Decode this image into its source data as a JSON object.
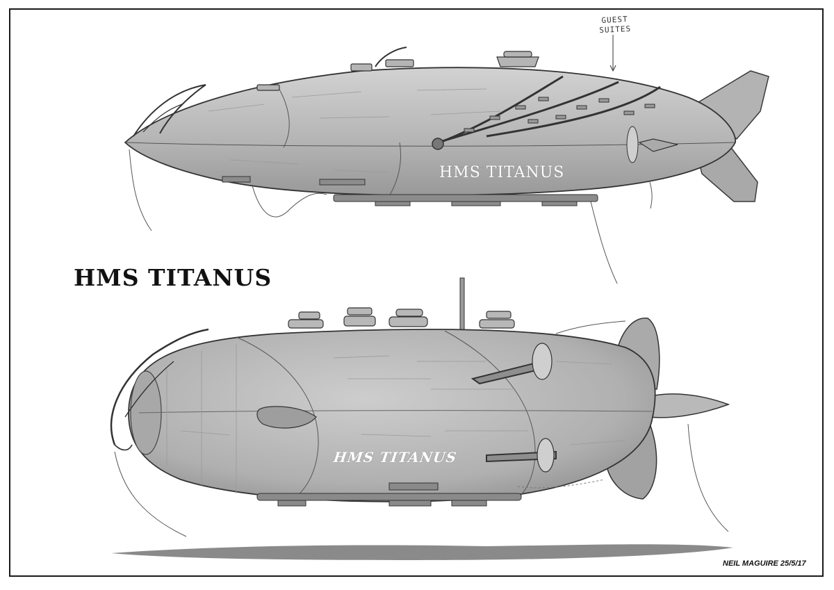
{
  "title": "HMS TITANUS",
  "signature": "NEIL MAGUIRE 25/5/17",
  "top_ship": {
    "hull_label": "HMS TITANUS",
    "annotation_lines": [
      "GUEST",
      "SUITES"
    ]
  },
  "bottom_ship": {
    "hull_label": "HMS TITANUS"
  },
  "colors": {
    "hull": "#b9b9b9",
    "hull_dark": "#8e8e8e",
    "line": "#3a3a3a",
    "shadow": "#8a8a8a"
  }
}
